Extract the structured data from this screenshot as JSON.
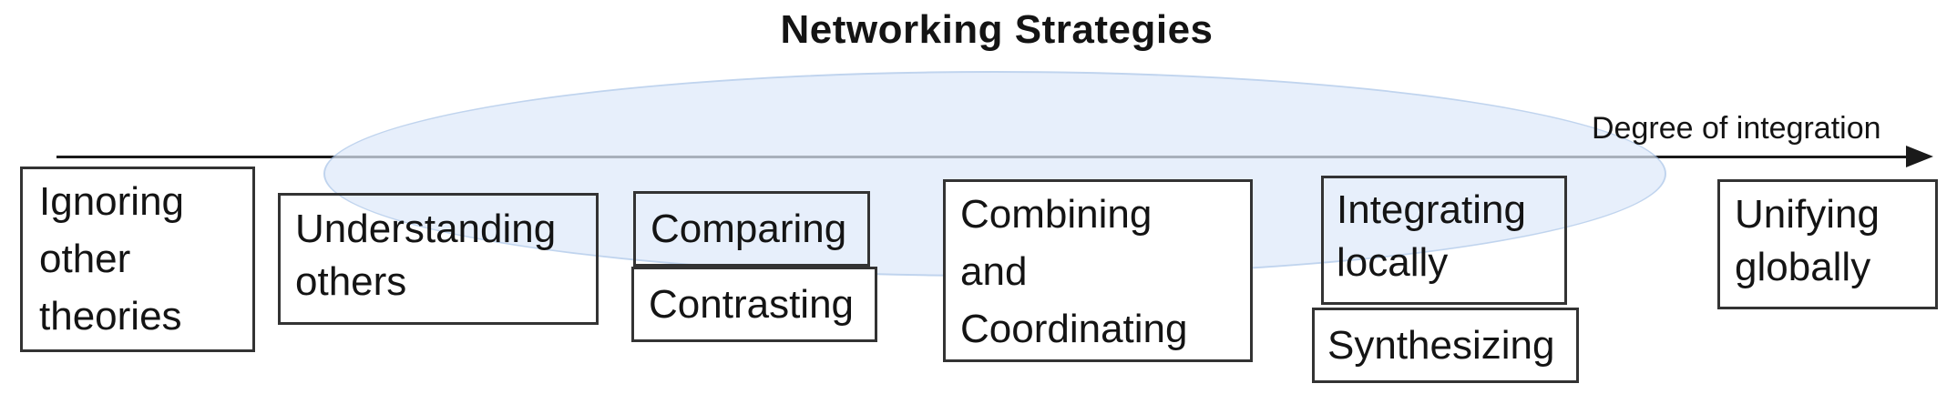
{
  "title": "Networking Strategies",
  "axis": {
    "label": "Degree of integration",
    "direction": "left-to-right"
  },
  "boxes": [
    {
      "id": "ignoring-other-theories",
      "label": "Ignoring\nother\ntheories"
    },
    {
      "id": "understanding-others",
      "label": "Understanding\nothers"
    },
    {
      "id": "comparing",
      "label": "Comparing"
    },
    {
      "id": "contrasting",
      "label": "Contrasting"
    },
    {
      "id": "combining-and-coordinating",
      "label": "Combining\nand\nCoordinating"
    },
    {
      "id": "integrating-locally",
      "label": "Integrating\nlocally"
    },
    {
      "id": "synthesizing",
      "label": "Synthesizing"
    },
    {
      "id": "unifying-globally",
      "label": "Unifying\nglobally"
    }
  ],
  "colors": {
    "text": "#141414",
    "arrow": "#1a1a1a",
    "box_border": "#333333",
    "ellipse_fill": "#dfeafa",
    "ellipse_border": "#a9c4e8"
  }
}
